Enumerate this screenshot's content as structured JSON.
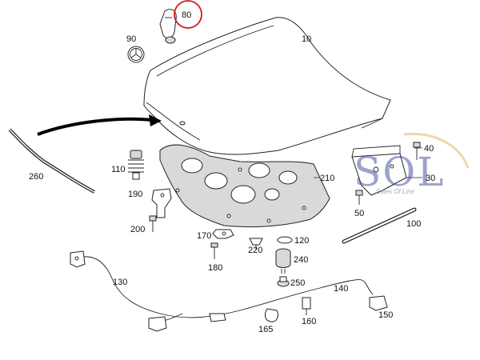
{
  "callouts": {
    "p10": "10",
    "p30": "30",
    "p40": "40",
    "p50": "50",
    "p80": "80",
    "p90": "90",
    "p100": "100",
    "p110": "110",
    "p120": "120",
    "p130": "130",
    "p140": "140",
    "p150": "150",
    "p160": "160",
    "p165": "165",
    "p170": "170",
    "p180": "180",
    "p190": "190",
    "p200": "200",
    "p210": "210",
    "p220": "220",
    "p240": "240",
    "p250": "250",
    "p260": "260"
  },
  "watermark": {
    "brand": "SOL",
    "tagline": "Sales Of Line"
  },
  "colors": {
    "highlight_circle": "#d11a1a",
    "watermark_blue": "#2d3a8c",
    "watermark_gold": "#d8b25a",
    "line": "#222222"
  }
}
